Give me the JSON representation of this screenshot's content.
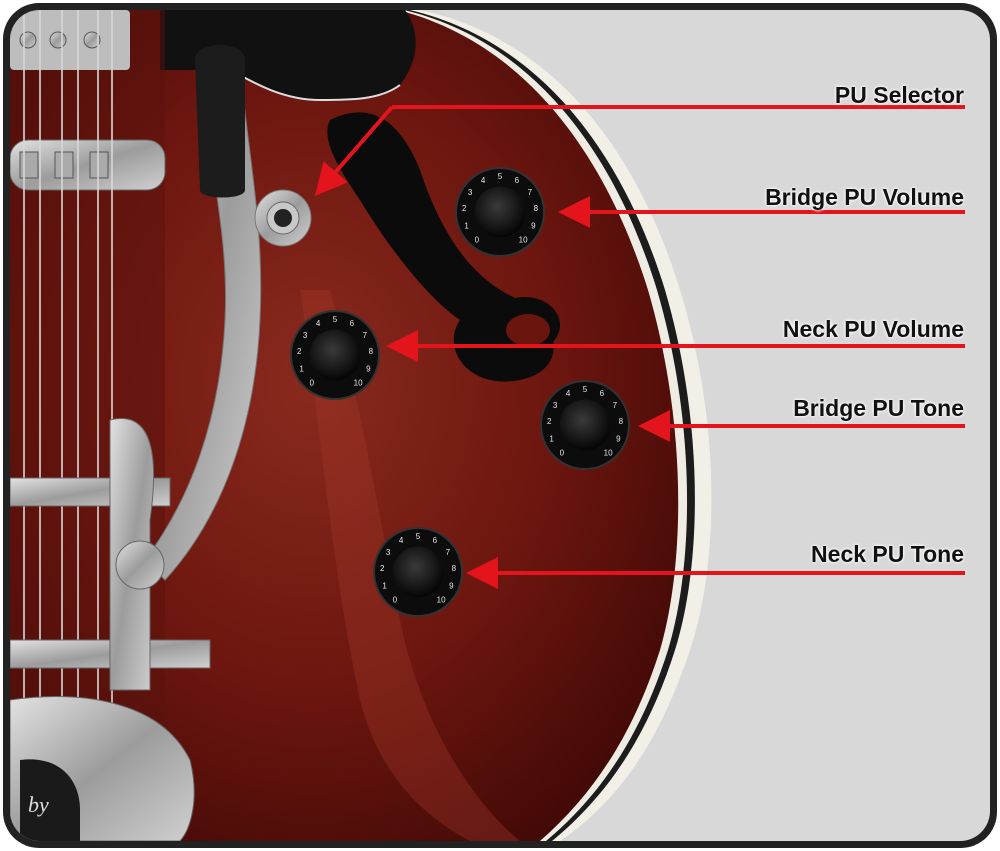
{
  "labels": {
    "pu_selector": "PU Selector",
    "bridge_pu_volume": "Bridge PU Volume",
    "neck_pu_volume": "Neck PU Volume",
    "bridge_pu_tone": "Bridge PU Tone",
    "neck_pu_tone": "Neck PU Tone"
  },
  "logo_text": "by",
  "knob_numbers": [
    "0",
    "1",
    "2",
    "3",
    "4",
    "5",
    "6",
    "7",
    "8",
    "9",
    "10"
  ],
  "colors": {
    "arrow": "#e3141b",
    "body_top": "#7a1a12",
    "body_dark": "#3d0806",
    "background": "#d9d9d9",
    "frame": "#222222"
  }
}
